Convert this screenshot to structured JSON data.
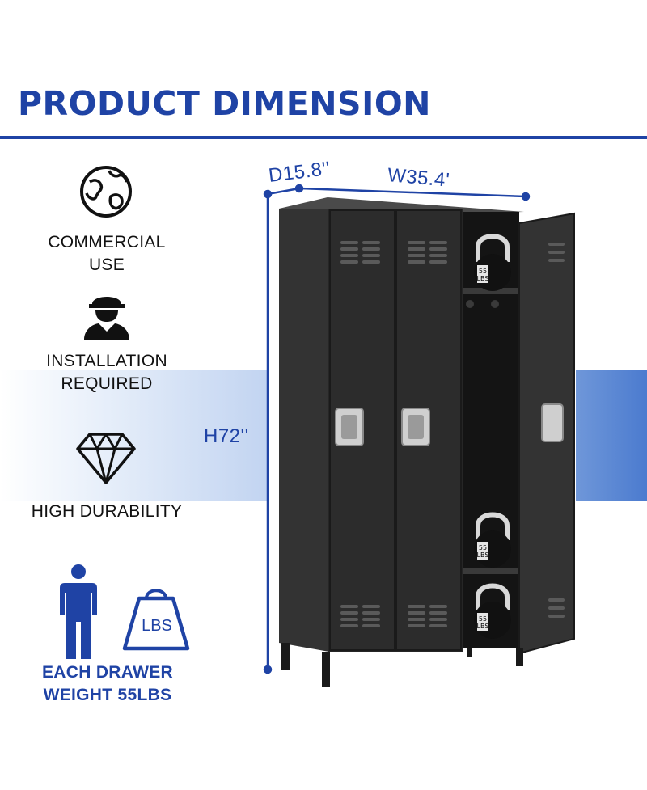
{
  "title": "PRODUCT DIMENSION",
  "features": [
    {
      "icon": "globe-icon",
      "line1": "COMMERCIAL",
      "line2": "USE"
    },
    {
      "icon": "worker-icon",
      "line1": "INSTALLATION",
      "line2": "REQUIRED"
    },
    {
      "icon": "diamond-icon",
      "line1": "HIGH DURABILITY",
      "line2": ""
    },
    {
      "icon": "person-weight-icon",
      "line1": "EACH DRAWER",
      "line2": "WEIGHT 55LBS"
    }
  ],
  "weight_badge": "LBS",
  "dimensions": {
    "depth": "D15.8''",
    "width": "W35.4'",
    "height": "H72''"
  },
  "kettlebell_label": {
    "line1": "55",
    "line2": "LBS"
  },
  "colors": {
    "brand_blue": "#1f43a5",
    "locker": "#2a2a2a",
    "accent_band": "#4b7bcf"
  }
}
